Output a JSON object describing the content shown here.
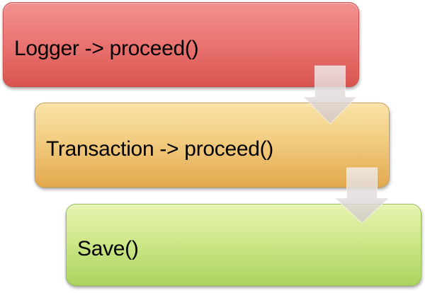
{
  "diagram": {
    "type": "cascading-process-flow",
    "background_color": "#ffffff",
    "steps": [
      {
        "id": "logger",
        "label": "Logger -> proceed()",
        "color_top": "#f2928f",
        "color_mid": "#ea7673",
        "color_bottom": "#d95450",
        "border_color": "#c64a47",
        "text_color": "#000000"
      },
      {
        "id": "transaction",
        "label": "Transaction -> proceed()",
        "color_top": "#f9e3a8",
        "color_mid": "#f2cc80",
        "color_bottom": "#e2a94e",
        "border_color": "#cf9a40",
        "text_color": "#000000"
      },
      {
        "id": "save",
        "label": "Save()",
        "color_top": "#e6f4b1",
        "color_mid": "#cfe78a",
        "color_bottom": "#aad45e",
        "border_color": "#97bf4f",
        "text_color": "#000000"
      }
    ],
    "arrows": [
      {
        "icon": "down-arrow-icon",
        "direction": "down",
        "from": "logger",
        "to": "transaction"
      },
      {
        "icon": "down-arrow-icon",
        "direction": "down",
        "from": "transaction",
        "to": "save"
      }
    ],
    "arrow_style": {
      "color_top": "#f1eeee",
      "color_bottom": "#d2c8c8",
      "opacity": 0.82,
      "outline_color": "#ffffff"
    }
  }
}
